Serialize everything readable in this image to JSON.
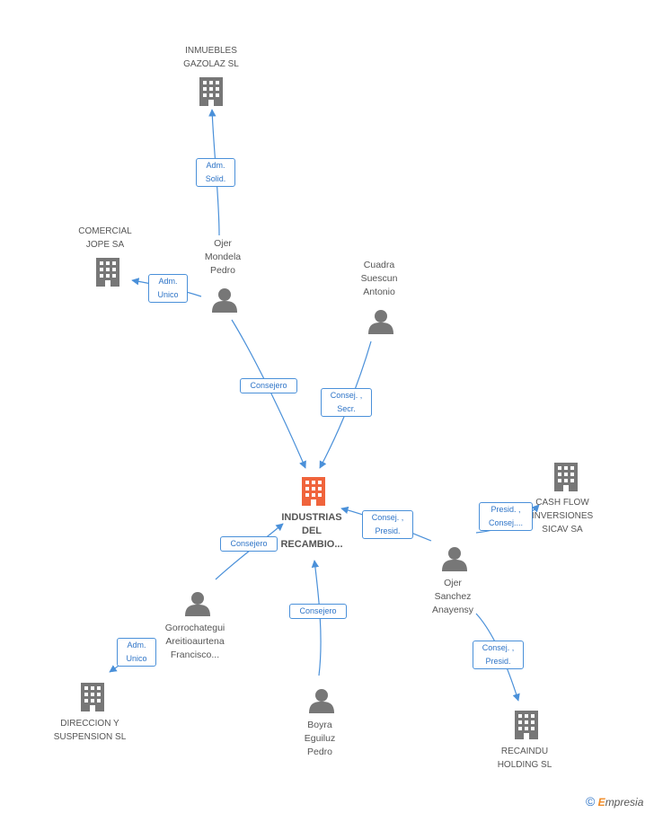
{
  "colors": {
    "edge": "#4a90d9",
    "badge_text": "#2e74c7",
    "node_gray": "#777777",
    "center_orange": "#f0643c"
  },
  "nodes": {
    "inmuebles": {
      "label": [
        "INMUEBLES",
        "GAZOLAZ SL"
      ],
      "icon": "building-icon"
    },
    "comercial": {
      "label": [
        "COMERCIAL",
        "JOPE SA"
      ],
      "icon": "building-icon"
    },
    "ojer_mondela": {
      "label": [
        "Ojer",
        "Mondela",
        "Pedro"
      ],
      "icon": "person-icon"
    },
    "cuadra": {
      "label": [
        "Cuadra",
        "Suescun",
        "Antonio"
      ],
      "icon": "person-icon"
    },
    "center": {
      "label": [
        "INDUSTRIAS",
        "DEL",
        "RECAMBIO..."
      ],
      "icon": "building-icon"
    },
    "cashflow": {
      "label": [
        "CASH FLOW",
        "INVERSIONES",
        "SICAV SA"
      ],
      "icon": "building-icon"
    },
    "ojer_sanchez": {
      "label": [
        "Ojer",
        "Sanchez",
        "Anayensy"
      ],
      "icon": "person-icon"
    },
    "gorro": {
      "label": [
        "Gorrochategui",
        "Areitioaurtena",
        "Francisco..."
      ],
      "icon": "person-icon"
    },
    "direccion": {
      "label": [
        "DIRECCION Y",
        "SUSPENSION SL"
      ],
      "icon": "building-icon"
    },
    "boyra": {
      "label": [
        "Boyra",
        "Eguiluz",
        "Pedro"
      ],
      "icon": "person-icon"
    },
    "recaindu": {
      "label": [
        "RECAINDU",
        "HOLDING SL"
      ],
      "icon": "building-icon"
    }
  },
  "edges": {
    "adm_solid": [
      "Adm.",
      "Solid."
    ],
    "adm_unico_1": [
      "Adm.",
      "Unico"
    ],
    "consejero_1": [
      "Consejero"
    ],
    "consej_secr": [
      "Consej. ,",
      "Secr."
    ],
    "consej_presid_1": [
      "Consej. ,",
      "Presid."
    ],
    "presid_consej": [
      "Presid. ,",
      "Consej...."
    ],
    "consejero_2": [
      "Consejero"
    ],
    "adm_unico_2": [
      "Adm.",
      "Unico"
    ],
    "consejero_3": [
      "Consejero"
    ],
    "consej_presid_2": [
      "Consej. ,",
      "Presid."
    ]
  },
  "footer": {
    "copyright": "©",
    "brand_e": "E",
    "brand_rest": "mpresia"
  }
}
